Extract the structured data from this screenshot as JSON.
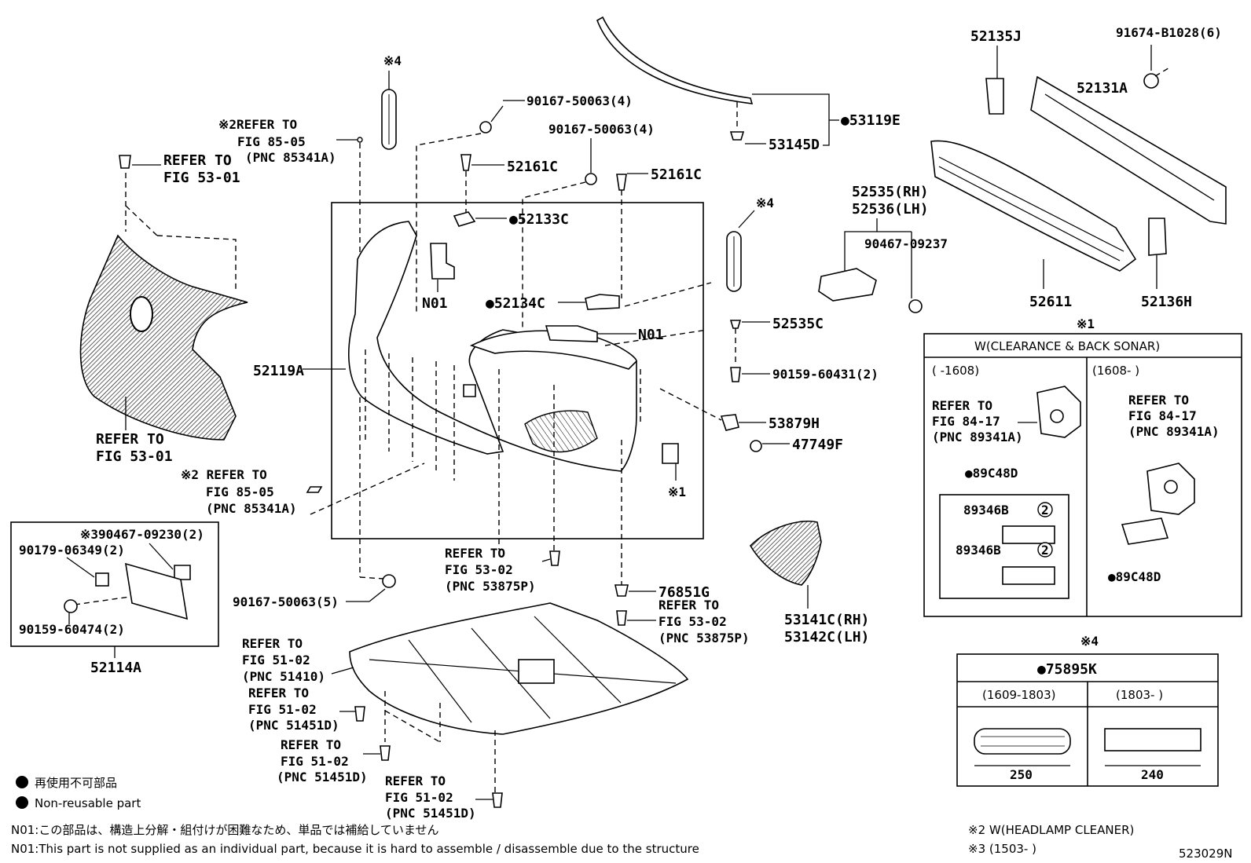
{
  "diagram_id": "523029N",
  "labels": {
    "l_53119E": "●53119E",
    "l_53145D": "53145D",
    "l_52135J": "52135J",
    "l_91674": "91674-B1028(6)",
    "l_52131A": "52131A",
    "l_52611": "52611",
    "l_52136H": "52136H",
    "l_note4_top": "※4",
    "l_90167a": "90167-50063(4)",
    "l_90167b": "90167-50063(4)",
    "l_52161C_a": "52161C",
    "l_52161C_b": "52161C",
    "l_52133C": "●52133C",
    "l_N01_a": "N01",
    "l_52134C": "●52134C",
    "l_N01_b": "N01",
    "l_ref85_1": "※2REFER TO",
    "l_ref85_2": "FIG 85-05",
    "l_ref85_3": "(PNC 85341A)",
    "l_ref5301a_1": "REFER TO",
    "l_ref5301a_2": "FIG 53-01",
    "l_52119A": "52119A",
    "l_ref5301b_1": "REFER TO",
    "l_ref5301b_2": "FIG 53-01",
    "l_note4_mid": "※4",
    "l_52535RH": "52535(RH)",
    "l_52536LH": "52536(LH)",
    "l_90467_09237": "90467-09237",
    "l_52535C": "52535C",
    "l_90159_60431": "90159-60431(2)",
    "l_53879H": "53879H",
    "l_47749F": "47749F",
    "l_note1_mid": "※1",
    "l_ref85b_1": "※2 REFER TO",
    "l_ref85b_2": "FIG 85-05",
    "l_ref85b_3": "(PNC 85341A)",
    "l_90179": "90179-06349(2)",
    "l_90467_09230": "※390467-09230(2)",
    "l_90159_60474": "90159-60474(2)",
    "l_52114A": "52114A",
    "l_ref5302a_1": "REFER TO",
    "l_ref5302a_2": "FIG 53-02",
    "l_ref5302a_3": "(PNC 53875P)",
    "l_90167c": "90167-50063(5)",
    "l_76851G": "76851G",
    "l_ref5302b_1": "REFER TO",
    "l_ref5302b_2": "FIG 53-02",
    "l_ref5302b_3": "(PNC 53875P)",
    "l_53141C": "53141C(RH)",
    "l_53142C": "53142C(LH)",
    "l_ref5102a_1": "REFER TO",
    "l_ref5102a_2": "FIG 51-02",
    "l_ref5102a_3": "(PNC 51410)",
    "l_ref5102b_1": "REFER TO",
    "l_ref5102b_2": "FIG 51-02",
    "l_ref5102b_3": "(PNC 51451D)",
    "l_ref5102c_1": "REFER TO",
    "l_ref5102c_2": "FIG 51-02",
    "l_ref5102c_3": "(PNC 51451D)",
    "l_ref5102d_1": "REFER TO",
    "l_ref5102d_2": "FIG 51-02",
    "l_ref5102d_3": "(PNC 51451D)"
  },
  "legend": {
    "jp": "再使用不可部品",
    "en": "Non-reusable part"
  },
  "footnotes": {
    "n01_jp": "N01:この部品は、構造上分解・組付けが困難なため、単品では補給していません",
    "n01_en": "N01:This part is not supplied as an individual part, because it is hard to assemble / disassemble due to the structure",
    "note2": "※2 W(HEADLAMP CLEANER)",
    "note3": "※3 (1503-      )"
  },
  "sonar_panel": {
    "marker": "※1",
    "title": "W(CLEARANCE & BACK SONAR)",
    "left_range": "(      -1608)",
    "right_range": "(1608-      )",
    "left_ref_1": "REFER TO",
    "left_ref_2": "FIG 84-17",
    "left_ref_3": "(PNC 89341A)",
    "right_ref_1": "REFER TO",
    "right_ref_2": "FIG 84-17",
    "right_ref_3": "(PNC 89341A)",
    "part_89C48D_a": "●89C48D",
    "part_89346B_a": "89346B",
    "part_89346B_b": "89346B",
    "circle_2a": "2",
    "circle_2b": "2",
    "part_89C48D_b": "●89C48D"
  },
  "tape_panel": {
    "marker": "※4",
    "title": "●75895K",
    "left_range": "(1609-1803)",
    "right_range": "(1803-      )",
    "left_dim": "250",
    "right_dim": "240"
  }
}
